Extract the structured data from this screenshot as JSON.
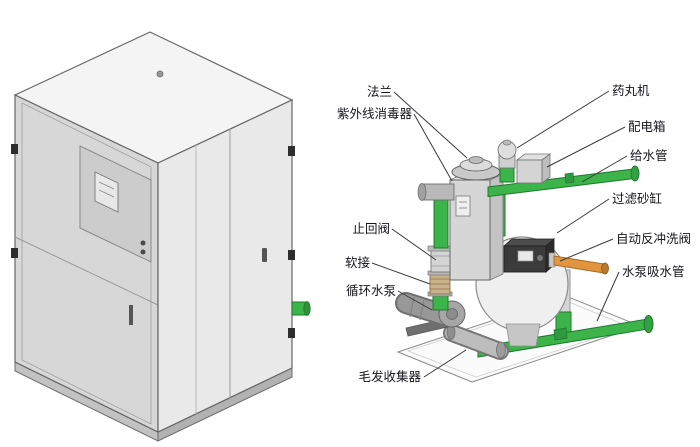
{
  "diagram": {
    "labels": {
      "flange": "法兰",
      "uv_sterilizer": "紫外线消毒器",
      "pill_machine": "药丸机",
      "power_box": "配电箱",
      "supply_pipe": "给水管",
      "sand_filter": "过滤砂缸",
      "backwash_valve": "自动反冲洗阀",
      "suction_pipe": "水泵吸水管",
      "check_valve": "止回阀",
      "flexible_joint": "软接",
      "circulation_pump": "循环水泵",
      "hair_collector": "毛发收集器"
    },
    "colors": {
      "pipe_green": "#3cb44a",
      "pipe_green_dark": "#1f7a2e",
      "pipe_orange": "#e2953f",
      "pipe_orange_dark": "#a86a24",
      "valve_black": "#3b3b3b",
      "cabinet_gray": "#d7d7d7",
      "leader_line": "#3a3a3a"
    }
  }
}
